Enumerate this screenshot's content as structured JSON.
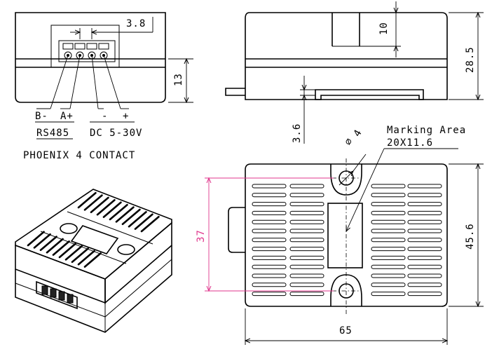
{
  "front_view": {
    "dim_pin_pitch": "3.8",
    "dim_height": "13",
    "pin_labels": [
      "B-",
      "A+",
      "-",
      "+"
    ],
    "group_rs485": "RS485",
    "group_power": "DC 5-30V",
    "connector_note": "PHOENIX 4 CONTACT"
  },
  "side_view": {
    "dim_top": "10",
    "dim_height": "28.5",
    "dim_flange": "3.6"
  },
  "top_view": {
    "hole_dia": "4",
    "marking_title": "Marking Area",
    "marking_size": "20X11.6",
    "dim_hole_pitch": "37",
    "dim_depth": "45.6",
    "dim_width": "65"
  },
  "colors": {
    "line": "#000000",
    "dimension_accent": "#e0368c"
  }
}
